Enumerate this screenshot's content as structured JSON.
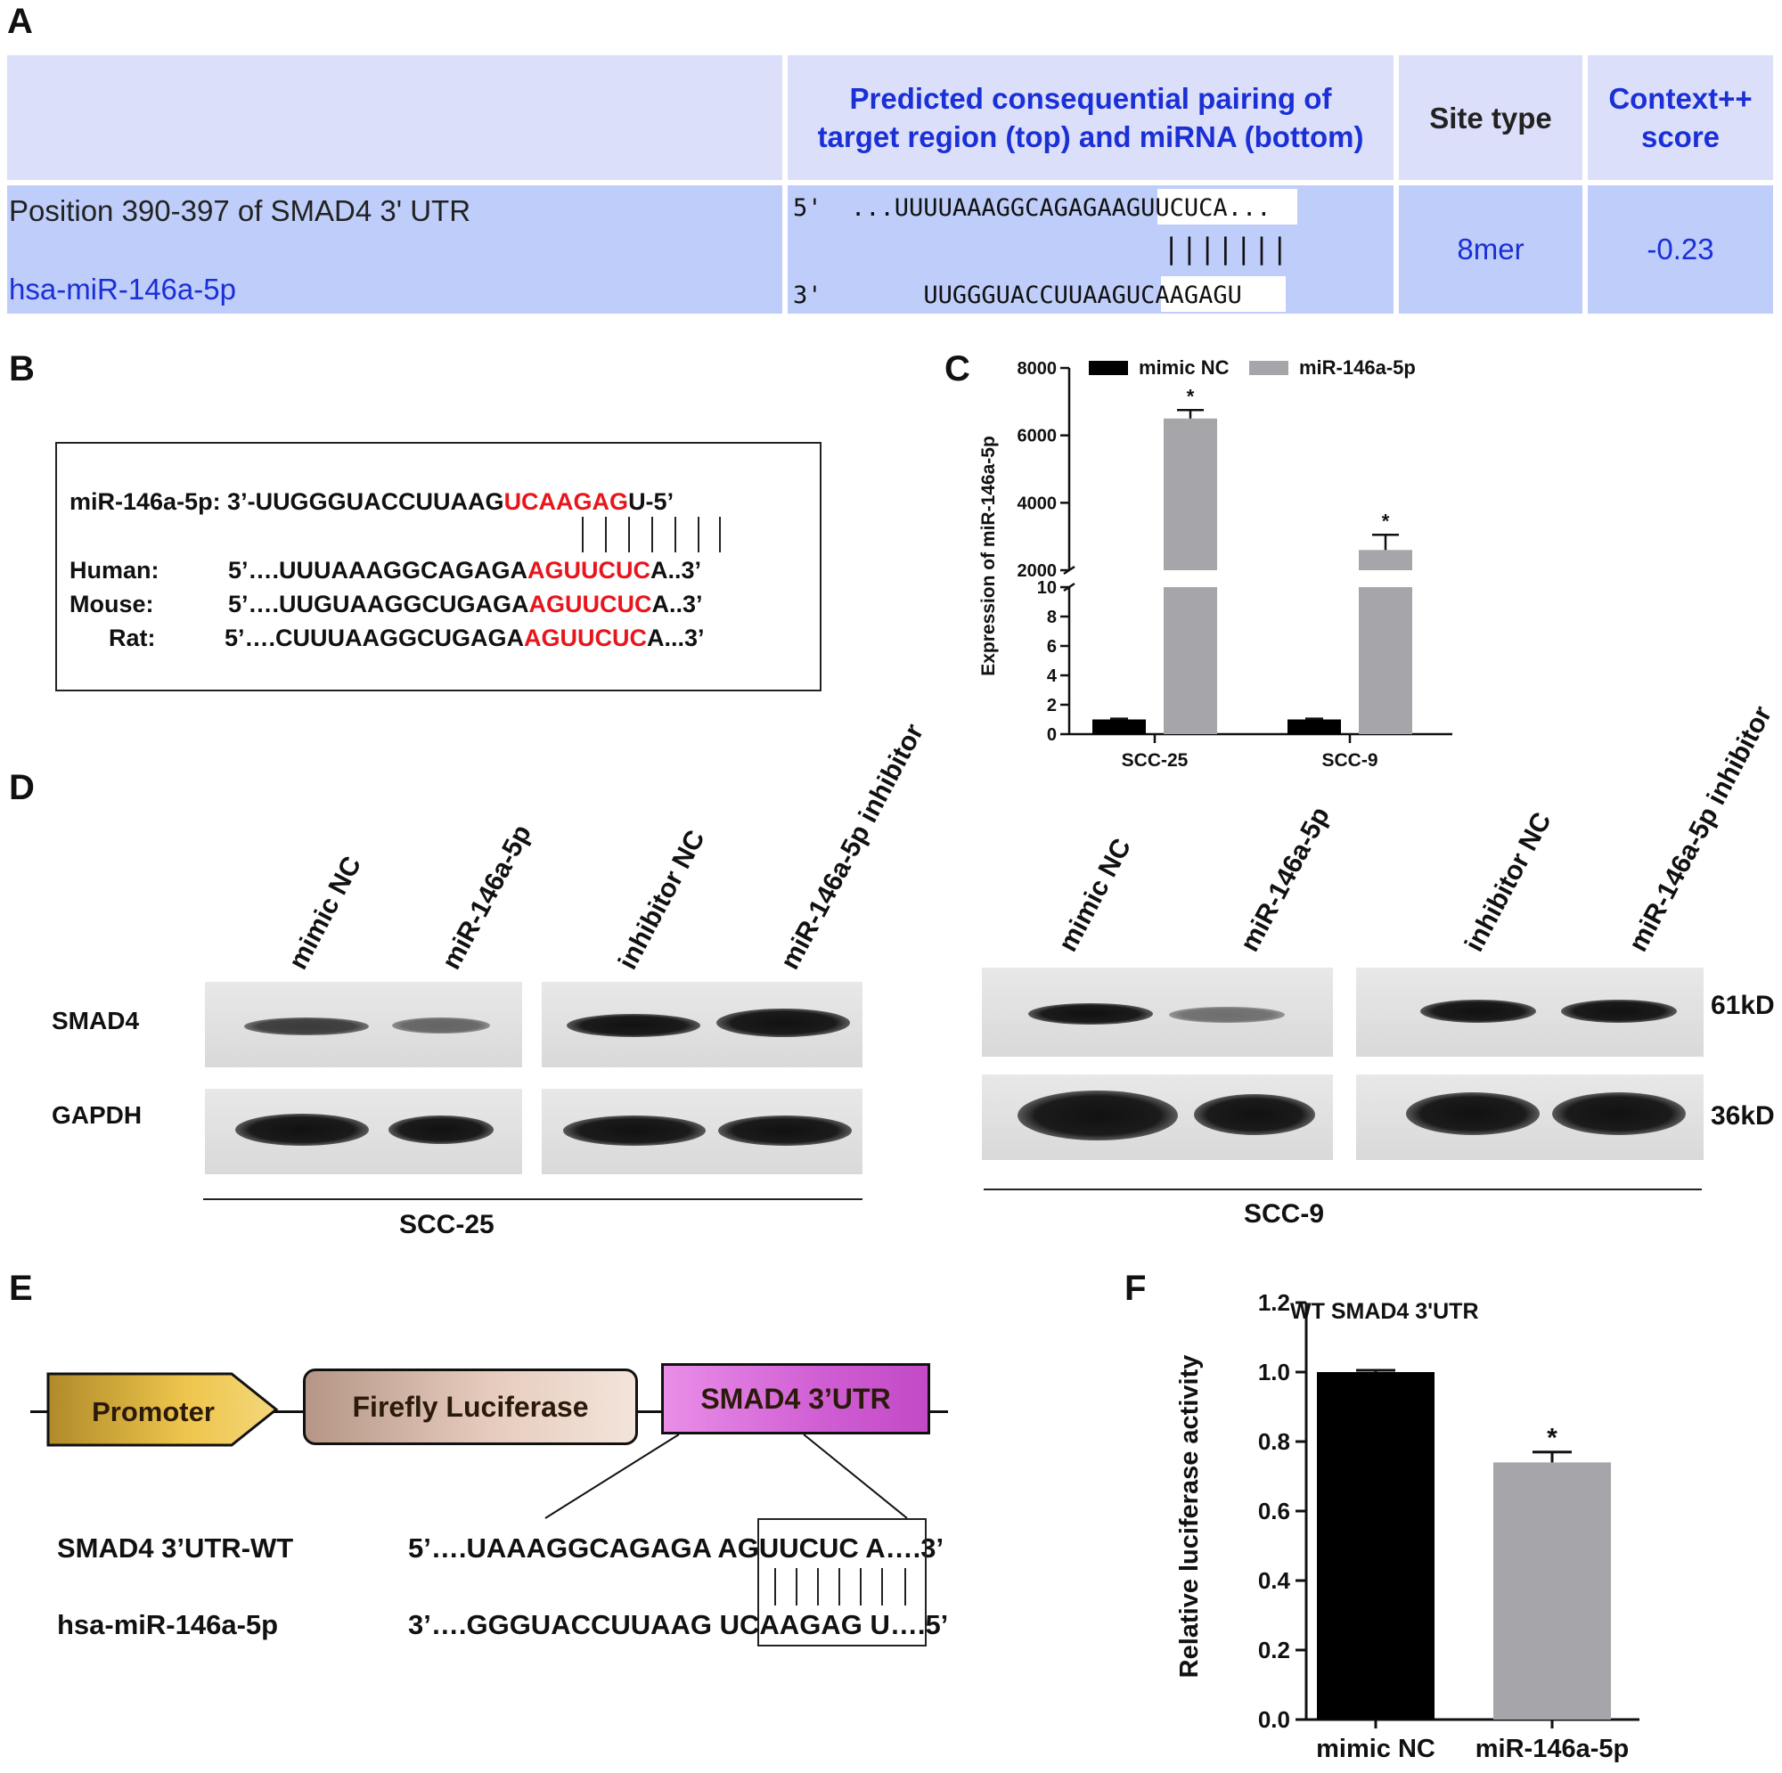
{
  "panels": {
    "a": "A",
    "b": "B",
    "c": "C",
    "d": "D",
    "e": "E",
    "f": "F"
  },
  "panelA": {
    "header_pairing_line1": "Predicted consequential pairing of",
    "header_pairing_line2": "target region (top) and miRNA (bottom)",
    "header_site": "Site type",
    "header_context_line1": "Context++",
    "header_context_line2": "score",
    "position_label": "Position 390-397 of SMAD4 3' UTR",
    "mirna_label": "hsa-miR-146a-5p",
    "top_prefix": "5'",
    "top_seq_a": "...UUUUAAAGGCAGAGA",
    "top_seq_b": "AGUUCUCA",
    "top_seq_c": "...",
    "pair_bars": "|||||||",
    "bottom_prefix": "3'",
    "bottom_seq_a": "UUGGGUACCUUAAG",
    "bottom_seq_b": "UCAAGAGU",
    "site_type": "8mer",
    "context_score": "-0.23"
  },
  "panelB": {
    "mirna_prefix": "miR-146a-5p: 3’-UUGGGUACCUUAAG",
    "mirna_seed": "UCAAGAG",
    "mirna_suffix": "U-5’",
    "human_label": "Human:",
    "human_a": "5’….UUUAAAGGCAGAGA",
    "human_seed": "AGUUCUC",
    "human_c": "A..3’",
    "mouse_label": "Mouse:",
    "mouse_a": "5’….UUGUAAGGCUGAGA",
    "mouse_seed": "AGUUCUC",
    "mouse_c": "A..3’",
    "rat_label": "Rat:",
    "rat_a": "5’….CUUUAAGGCUGAGA",
    "rat_seed": "AGUUCUC",
    "rat_c": "A...3’"
  },
  "panelD": {
    "smad4": "SMAD4",
    "gapdh": "GAPDH",
    "lanes": [
      "mimic NC",
      "miR-146a-5p",
      "inhibitor NC",
      "miR-146a-5p inhibitor"
    ],
    "cell_left": "SCC-25",
    "cell_right": "SCC-9",
    "kd_top": "61kD",
    "kd_bottom": "36kD"
  },
  "panelE": {
    "promoter": "Promoter",
    "luciferase": "Firefly Luciferase",
    "utr": "SMAD4 3’UTR",
    "wt_label": "SMAD4 3’UTR-WT",
    "wt_a": "5’….UAAAGGCAGAGA",
    "wt_seed": "AGUUCUC",
    "wt_c": "A….3’",
    "mir_label": "hsa-miR-146a-5p",
    "mir_a": "3’….GGGUACCUUAAG",
    "mir_seed": "UCAAGAG",
    "mir_c": "U….5’",
    "colors": {
      "promoter": "#e2b53a",
      "luciferase": "#e6cbbd",
      "utr": "#d05ed3"
    }
  },
  "chart_data": [
    {
      "type": "bar",
      "panel": "C",
      "categories": [
        "SCC-25",
        "SCC-9"
      ],
      "series": [
        {
          "name": "mimic NC",
          "values": [
            1.0,
            1.0
          ],
          "errors": [
            0.05,
            0.05
          ],
          "color": "#000000"
        },
        {
          "name": "miR-146a-5p",
          "values": [
            6500,
            2600
          ],
          "errors": [
            250,
            450
          ],
          "color": "#a6a6aa"
        }
      ],
      "ylabel": "Expression of miR-146a-5p",
      "axis_break": {
        "lower": [
          0,
          10
        ],
        "upper": [
          2000,
          8000
        ]
      },
      "yticks_lower": [
        "0",
        "2",
        "4",
        "6",
        "8",
        "10"
      ],
      "yticks_upper": [
        "2000",
        "4000",
        "6000",
        "8000"
      ],
      "significance": [
        "*",
        "*"
      ],
      "legend": "top"
    },
    {
      "type": "bar",
      "panel": "F",
      "title": "WT SMAD4 3'UTR",
      "categories": [
        "mimic NC",
        "miR-146a-5p"
      ],
      "values": [
        1.0,
        0.74
      ],
      "errors": [
        0.005,
        0.03
      ],
      "colors": [
        "#000000",
        "#a6a6aa"
      ],
      "ylabel": "Relative luciferase activity",
      "ylim": [
        0,
        1.2
      ],
      "yticks": [
        "0.0",
        "0.2",
        "0.4",
        "0.6",
        "0.8",
        "1.0",
        "1.2"
      ],
      "significance": [
        "",
        "*"
      ]
    }
  ]
}
